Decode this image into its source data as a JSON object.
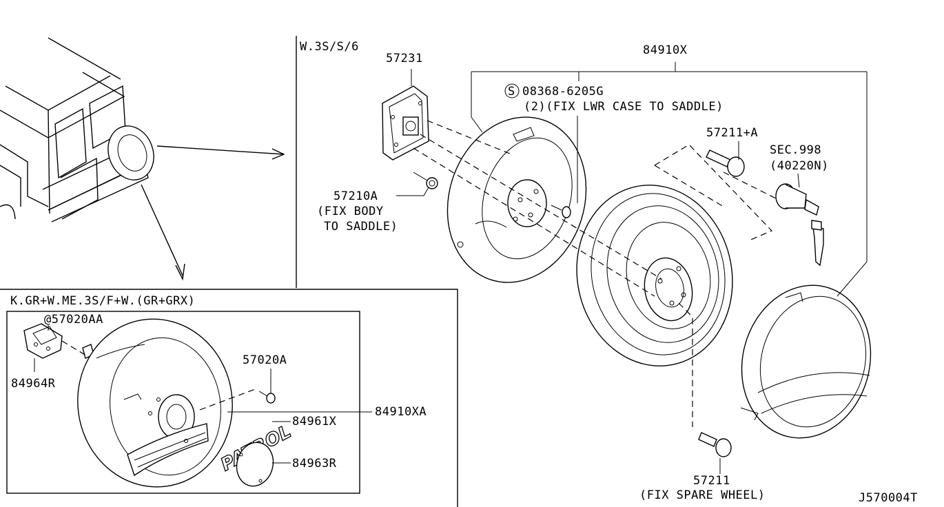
{
  "labels": {
    "group_w": "W.3S/S/6",
    "group_k": "K.GR+W.ME.3S/F+W.(GR+GRX)",
    "p57231": "57231",
    "p84910x": "84910X",
    "s_symbol": "S",
    "p08368": "08368-6205G",
    "p08368_note": "(2)(FIX LWR CASE TO SADDLE)",
    "p57211a": "57211+A",
    "sec998": "SEC.998",
    "p40220n": "(40220N)",
    "p57210a": "57210A",
    "p57210a_note1": "(FIX BODY",
    "p57210a_note2": "TO SADDLE)",
    "p57020aa": "@57020AA",
    "p84964r": "84964R",
    "p57020a": "57020A",
    "p84961x": "84961X",
    "p84910xa": "84910XA",
    "p84963r": "84963R",
    "p57211": "57211",
    "p57211_note": "(FIX SPARE WHEEL)",
    "emblem": "PATROL",
    "diagram_id": "J570004T"
  },
  "colors": {
    "ink": "#000000",
    "paper": "#ffffff"
  }
}
